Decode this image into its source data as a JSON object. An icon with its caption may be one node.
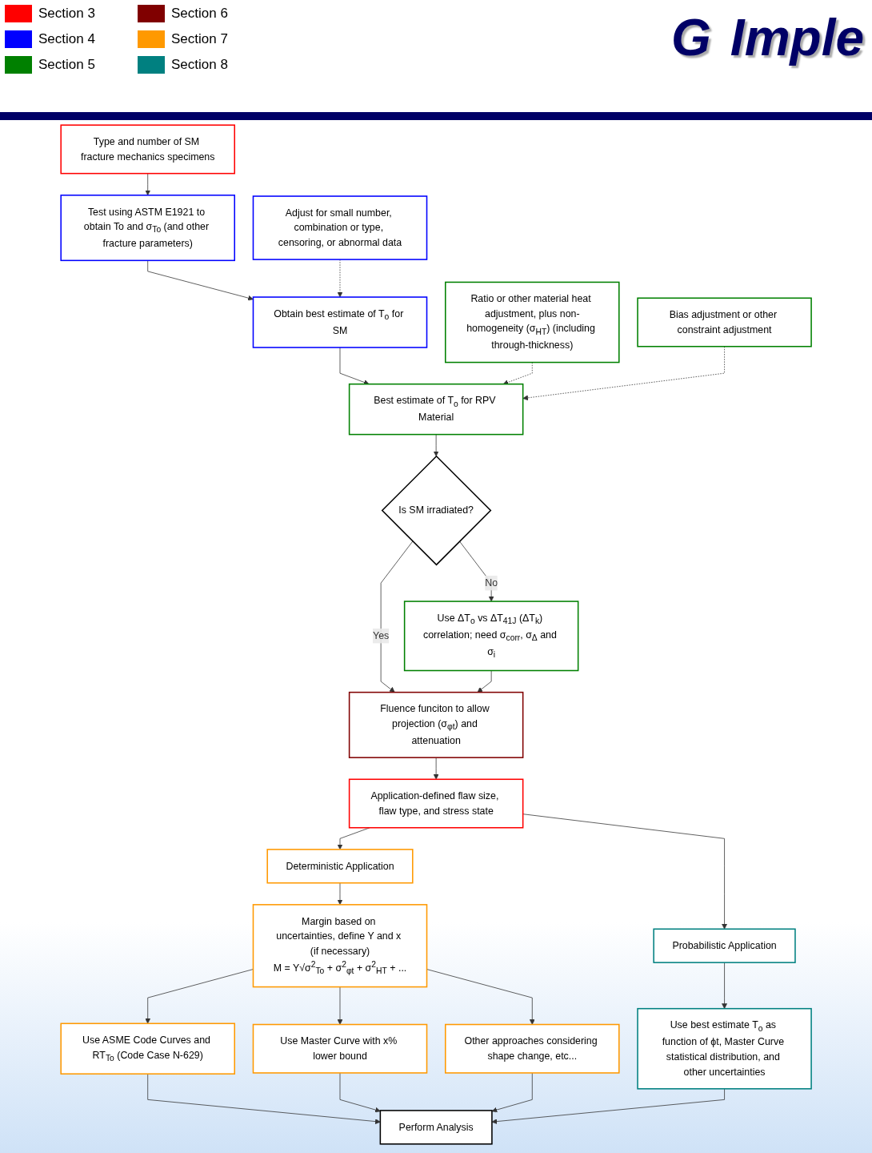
{
  "diagram": {
    "nodes": [
      {
        "text": [
          "Type and number of SM fracture mechanics specimens"
        ]
      },
      {
        "text": [
          "Test using ASTM E1921 to obtain To and σ$_{To}$ (and other fracture parameters)"
        ]
      },
      {
        "text": [
          "Adjust for small number, combination or type, censoring, or abnormal data"
        ]
      },
      {
        "text": [
          "Obtain best estimate of T$_{o}$ for SM"
        ]
      },
      {
        "text": [
          "Ratio or other material heat adjustment, plus non-homogeneity (σ$_{HT}$) (including through-thickness)"
        ]
      },
      {
        "text": [
          "Best estimate of T$_{o}$ for RPV Material"
        ]
      },
      {
        "text": [
          "Bias adjustment or other constraint adjustment"
        ]
      },
      {
        "text": [
          "Is SM irradiated?"
        ]
      },
      {
        "text": [
          "Use ΔT$_{o}$ vs ΔT$_{41J}$ (ΔT$_{k}$) correlation; need σ$_{corr}$, σ$_{Δ}$ and σ$_{i}$"
        ]
      },
      {
        "text": [
          "Fluence funciton to allow projection (σ$_{φt}$) and attenuation"
        ]
      },
      {
        "text": [
          "Application-defined flaw size, flaw type, and stress state"
        ]
      },
      {
        "text": [
          "Deterministic Application"
        ]
      },
      {
        "text": [
          "Probabilistic Application"
        ]
      },
      {
        "text": [
          "Margin based on uncertainties, define Y and x (if necessary)",
          "M = Y√σ$^{2}$$_{To}$ + σ$^{2}$$_{φt}$ + σ$^{2}$$_{HT}$ + ..."
        ]
      },
      {
        "text": [
          "Use best estimate T$_{o}$ as function of ϕt, Master Curve statistical distribution, and other uncertainties"
        ]
      },
      {
        "text": [
          "Use ASME Code Curves and RT$_{To}$ (Code Case N-629)"
        ]
      },
      {
        "text": [
          "Use Master Curve with x% lower bound"
        ]
      },
      {
        "text": [
          "Other approaches considering shape change, etc..."
        ]
      },
      {
        "text": [
          "Perform Analysis"
        ]
      }
    ],
    "edges": [
      {
        "from": 0,
        "to": 1,
        "arrow": "to"
      },
      {
        "from": 1,
        "to": 3,
        "arrow": "to"
      },
      {
        "from": 2,
        "to": 3,
        "arrow": "to",
        "style": "dashed"
      },
      {
        "from": 3,
        "to": 5,
        "arrow": "to"
      },
      {
        "from": 4,
        "to": 5,
        "arrow": "to",
        "style": "dashed"
      },
      {
        "from": 6,
        "to": 5,
        "arrow": "to",
        "style": "dashed"
      },
      {
        "from": 5,
        "to": 7,
        "arrow": "to"
      },
      {
        "from": 7,
        "to": 8,
        "arrow": "to",
        "label": "No"
      },
      {
        "from": 7,
        "to": 9,
        "arrow": "to",
        "label": "Yes"
      },
      {
        "from": 8,
        "to": 9,
        "arrow": "to"
      },
      {
        "from": 9,
        "to": 10,
        "arrow": "to"
      },
      {
        "from": 10,
        "to": 11,
        "arrow": "to"
      },
      {
        "from": 10,
        "to": 12,
        "arrow": "to"
      },
      {
        "from": 11,
        "to": 13,
        "arrow": "to"
      },
      {
        "from": 13,
        "to": 15,
        "arrow": "to"
      },
      {
        "from": 13,
        "to": 16,
        "arrow": "to"
      },
      {
        "from": 13,
        "to": 17,
        "arrow": "to"
      },
      {
        "from": 15,
        "to": 18,
        "arrow": "to"
      },
      {
        "from": 16,
        "to": 18,
        "arrow": "to"
      },
      {
        "from": 17,
        "to": 18,
        "arrow": "to"
      },
      {
        "from": 12,
        "to": 14,
        "arrow": "to"
      },
      {
        "from": 14,
        "to": 18,
        "arrow": "to"
      }
    ],
    "labels": [
      "G",
      "Imple"
    ],
    "legend": [
      {
        "text": "Section 3",
        "color": "#ff0000"
      },
      {
        "text": "Section 6",
        "color": "#800000"
      },
      {
        "text": "Section 4",
        "color": "#0000ff"
      },
      {
        "text": "Section 7",
        "color": "#ff9900"
      },
      {
        "text": "Section 5",
        "color": "#008000"
      },
      {
        "text": "Section 8",
        "color": "#008080"
      }
    ]
  }
}
